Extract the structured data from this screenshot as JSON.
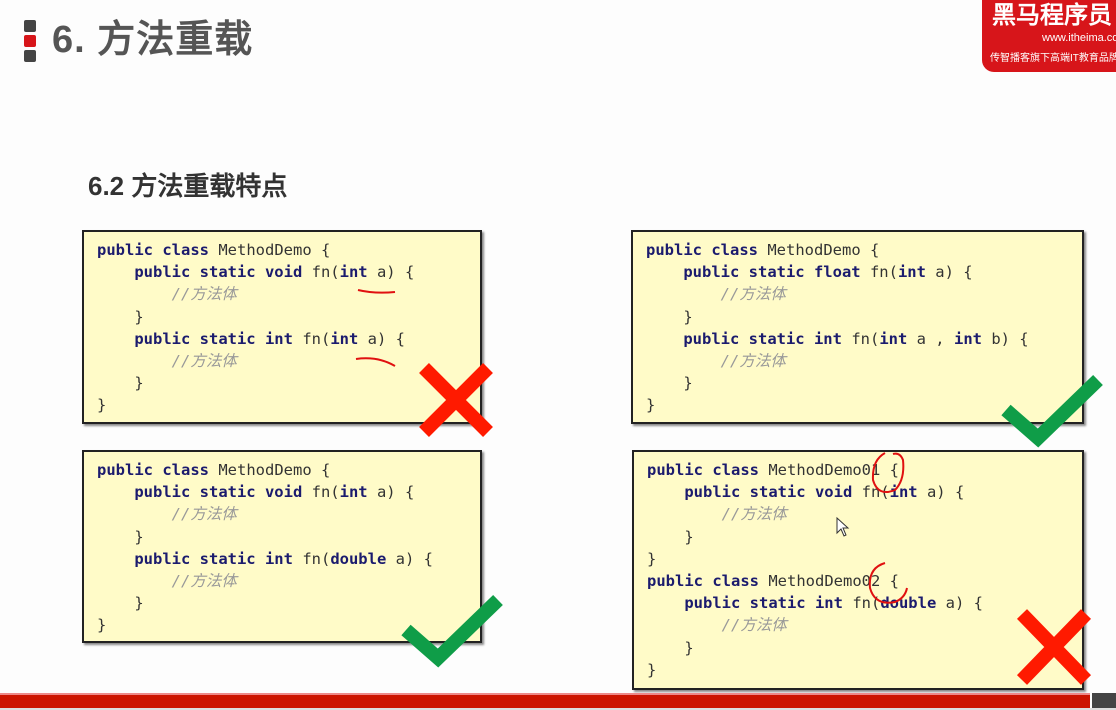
{
  "header": {
    "title": "6. 方法重载",
    "logo": {
      "brand": "黑马程序员",
      "url": "www.itheima.com",
      "slogan": "传智播客旗下高端IT教育品牌"
    }
  },
  "subtitle": "6.2 方法重载特点",
  "colors": {
    "accent": "#cc1400",
    "code_bg": "#fffbc8",
    "keyword": "#1b1b6e",
    "correct": "#0f9d48",
    "wrong": "#ff1a00"
  },
  "examples": [
    {
      "verdict": "wrong",
      "lines": [
        [
          [
            "kw",
            "public class "
          ],
          [
            "tx",
            "MethodDemo {"
          ]
        ],
        [
          [
            "tx",
            "    "
          ],
          [
            "kw",
            "public static void "
          ],
          [
            "tx",
            "fn("
          ],
          [
            "kw",
            "int"
          ],
          [
            "tx",
            " a) {"
          ]
        ],
        [
          [
            "tx",
            "        "
          ],
          [
            "cm",
            "//方法体"
          ]
        ],
        [
          [
            "tx",
            "    }"
          ]
        ],
        [
          [
            "tx",
            "    "
          ],
          [
            "kw",
            "public static int "
          ],
          [
            "tx",
            "fn("
          ],
          [
            "kw",
            "int"
          ],
          [
            "tx",
            " a) {"
          ]
        ],
        [
          [
            "tx",
            "        "
          ],
          [
            "cm",
            "//方法体"
          ]
        ],
        [
          [
            "tx",
            "    }"
          ]
        ],
        [
          [
            "tx",
            "}"
          ]
        ]
      ]
    },
    {
      "verdict": "correct",
      "lines": [
        [
          [
            "kw",
            "public class "
          ],
          [
            "tx",
            "MethodDemo {"
          ]
        ],
        [
          [
            "tx",
            "    "
          ],
          [
            "kw",
            "public static void "
          ],
          [
            "tx",
            "fn("
          ],
          [
            "kw",
            "int"
          ],
          [
            "tx",
            " a) {"
          ]
        ],
        [
          [
            "tx",
            "        "
          ],
          [
            "cm",
            "//方法体"
          ]
        ],
        [
          [
            "tx",
            "    }"
          ]
        ],
        [
          [
            "tx",
            "    "
          ],
          [
            "kw",
            "public static int "
          ],
          [
            "tx",
            "fn("
          ],
          [
            "kw",
            "double"
          ],
          [
            "tx",
            " a) {"
          ]
        ],
        [
          [
            "tx",
            "        "
          ],
          [
            "cm",
            "//方法体"
          ]
        ],
        [
          [
            "tx",
            "    }"
          ]
        ],
        [
          [
            "tx",
            "}"
          ]
        ]
      ]
    },
    {
      "verdict": "correct",
      "lines": [
        [
          [
            "kw",
            "public class "
          ],
          [
            "tx",
            "MethodDemo {"
          ]
        ],
        [
          [
            "tx",
            "    "
          ],
          [
            "kw",
            "public static float "
          ],
          [
            "tx",
            "fn("
          ],
          [
            "kw",
            "int"
          ],
          [
            "tx",
            " a) {"
          ]
        ],
        [
          [
            "tx",
            "        "
          ],
          [
            "cm",
            "//方法体"
          ]
        ],
        [
          [
            "tx",
            "    }"
          ]
        ],
        [
          [
            "tx",
            "    "
          ],
          [
            "kw",
            "public static int "
          ],
          [
            "tx",
            "fn("
          ],
          [
            "kw",
            "int"
          ],
          [
            "tx",
            " a , "
          ],
          [
            "kw",
            "int"
          ],
          [
            "tx",
            " b) {"
          ]
        ],
        [
          [
            "tx",
            "        "
          ],
          [
            "cm",
            "//方法体"
          ]
        ],
        [
          [
            "tx",
            "    }"
          ]
        ],
        [
          [
            "tx",
            "}"
          ]
        ]
      ]
    },
    {
      "verdict": "wrong",
      "lines": [
        [
          [
            "kw",
            "public class "
          ],
          [
            "tx",
            "MethodDemo01 {"
          ]
        ],
        [
          [
            "tx",
            "    "
          ],
          [
            "kw",
            "public static void "
          ],
          [
            "tx",
            "fn("
          ],
          [
            "kw",
            "int"
          ],
          [
            "tx",
            " a) {"
          ]
        ],
        [
          [
            "tx",
            "        "
          ],
          [
            "cm",
            "//方法体"
          ]
        ],
        [
          [
            "tx",
            "    }"
          ]
        ],
        [
          [
            "tx",
            "}"
          ]
        ],
        [
          [
            "kw",
            "public class "
          ],
          [
            "tx",
            "MethodDemo02 {"
          ]
        ],
        [
          [
            "tx",
            "    "
          ],
          [
            "kw",
            "public static int "
          ],
          [
            "tx",
            "fn("
          ],
          [
            "kw",
            "double"
          ],
          [
            "tx",
            " a) {"
          ]
        ],
        [
          [
            "tx",
            "        "
          ],
          [
            "cm",
            "//方法体"
          ]
        ],
        [
          [
            "tx",
            "    }"
          ]
        ],
        [
          [
            "tx",
            "}"
          ]
        ]
      ]
    }
  ]
}
